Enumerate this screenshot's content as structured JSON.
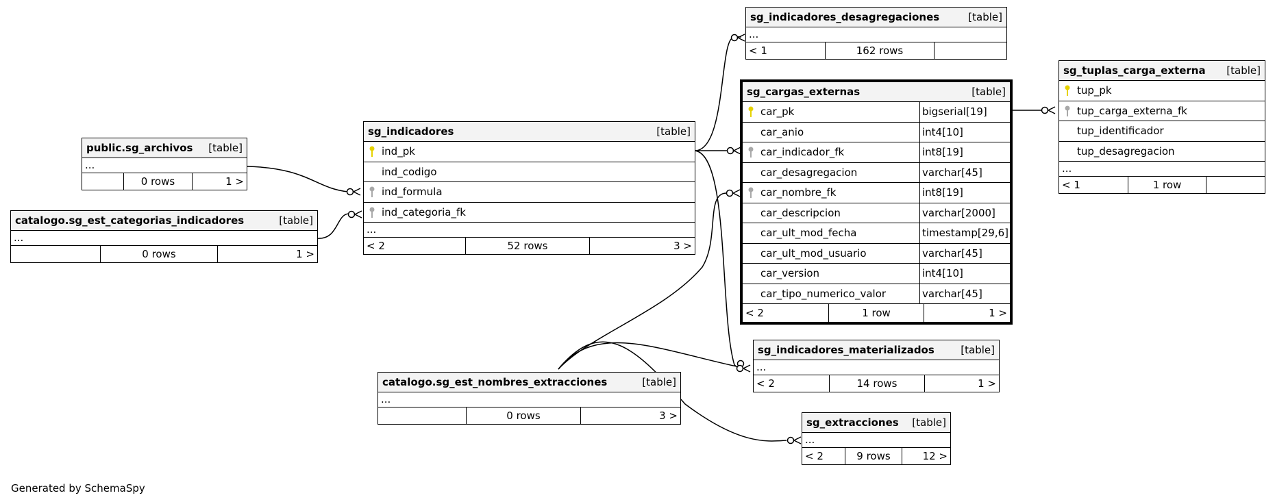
{
  "credit": "Generated by SchemaSpy",
  "tables": {
    "desagregaciones": {
      "name": "sg_indicadores_desagregaciones",
      "kind": "[table]",
      "ellipsis": "...",
      "foot_left": "< 1",
      "foot_mid": "162 rows",
      "foot_right": ""
    },
    "tuplas": {
      "name": "sg_tuplas_carga_externa",
      "kind": "[table]",
      "columns": [
        "tup_pk",
        "tup_carga_externa_fk",
        "tup_identificador",
        "tup_desagregacion"
      ],
      "ellipsis": "...",
      "foot_left": "< 1",
      "foot_mid": "1 row",
      "foot_right": ""
    },
    "cargas": {
      "name": "sg_cargas_externas",
      "kind": "[table]",
      "columns": [
        {
          "name": "car_pk",
          "type": "bigserial[19]"
        },
        {
          "name": "car_anio",
          "type": "int4[10]"
        },
        {
          "name": "car_indicador_fk",
          "type": "int8[19]"
        },
        {
          "name": "car_desagregacion",
          "type": "varchar[45]"
        },
        {
          "name": "car_nombre_fk",
          "type": "int8[19]"
        },
        {
          "name": "car_descripcion",
          "type": "varchar[2000]"
        },
        {
          "name": "car_ult_mod_fecha",
          "type": "timestamp[29,6]"
        },
        {
          "name": "car_ult_mod_usuario",
          "type": "varchar[45]"
        },
        {
          "name": "car_version",
          "type": "int4[10]"
        },
        {
          "name": "car_tipo_numerico_valor",
          "type": "varchar[45]"
        }
      ],
      "foot_left": "< 2",
      "foot_mid": "1 row",
      "foot_right": "1 >"
    },
    "indicadores": {
      "name": "sg_indicadores",
      "kind": "[table]",
      "columns": [
        "ind_pk",
        "ind_codigo",
        "ind_formula",
        "ind_categoria_fk"
      ],
      "ellipsis": "...",
      "foot_left": "< 2",
      "foot_mid": "52 rows",
      "foot_right": "3 >"
    },
    "archivos": {
      "name": "public.sg_archivos",
      "kind": "[table]",
      "ellipsis": "...",
      "foot_left": "",
      "foot_mid": "0 rows",
      "foot_right": "1 >"
    },
    "categorias": {
      "name": "catalogo.sg_est_categorias_indicadores",
      "kind": "[table]",
      "ellipsis": "...",
      "foot_left": "",
      "foot_mid": "0 rows",
      "foot_right": "1 >"
    },
    "nombres": {
      "name": "catalogo.sg_est_nombres_extracciones",
      "kind": "[table]",
      "ellipsis": "...",
      "foot_left": "",
      "foot_mid": "0 rows",
      "foot_right": "3 >"
    },
    "materializados": {
      "name": "sg_indicadores_materializados",
      "kind": "[table]",
      "ellipsis": "...",
      "foot_left": "< 2",
      "foot_mid": "14 rows",
      "foot_right": "1 >"
    },
    "extracciones": {
      "name": "sg_extracciones",
      "kind": "[table]",
      "ellipsis": "...",
      "foot_left": "< 2",
      "foot_mid": "9 rows",
      "foot_right": "12 >"
    }
  },
  "colors": {
    "primary_key": "#e6d200",
    "foreign_key": "#a8a8a8",
    "line": "#000000"
  }
}
